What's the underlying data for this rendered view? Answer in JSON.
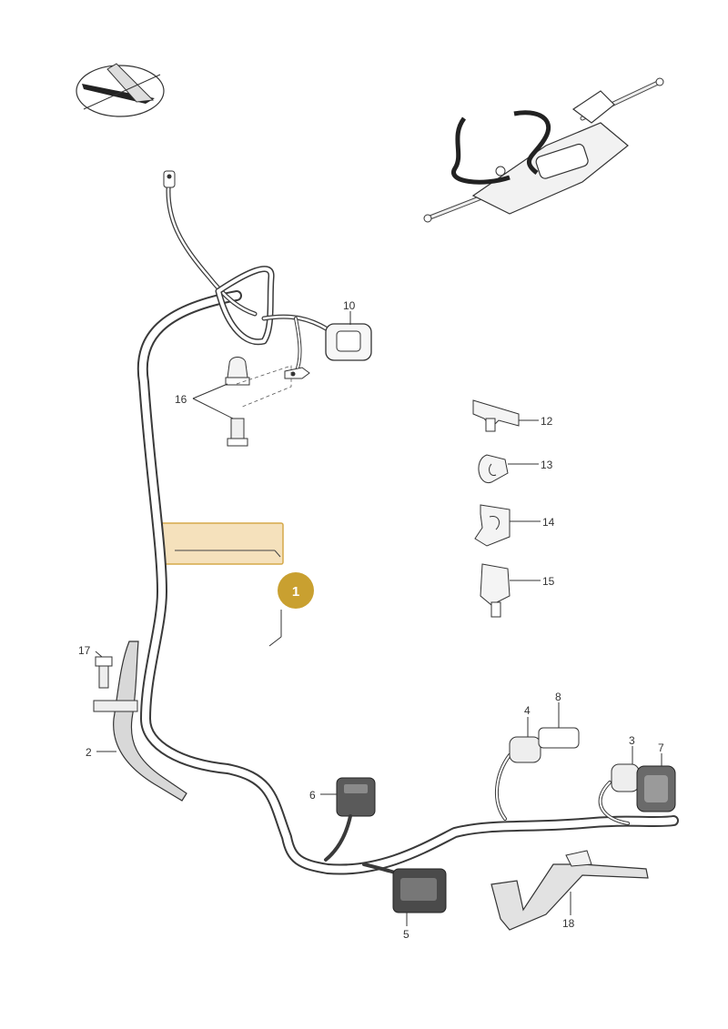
{
  "diagram": {
    "highlight": {
      "callout_number": "1",
      "fill": "#f3dcb0",
      "stroke": "#d5a94a",
      "badge_color": "#c9a030"
    },
    "part_labels": [
      {
        "id": "2",
        "text": "2"
      },
      {
        "id": "3",
        "text": "3"
      },
      {
        "id": "4",
        "text": "4"
      },
      {
        "id": "5",
        "text": "5"
      },
      {
        "id": "6",
        "text": "6"
      },
      {
        "id": "7",
        "text": "7"
      },
      {
        "id": "8",
        "text": "8"
      },
      {
        "id": "10",
        "text": "10"
      },
      {
        "id": "12",
        "text": "12"
      },
      {
        "id": "13",
        "text": "13"
      },
      {
        "id": "14",
        "text": "14"
      },
      {
        "id": "15",
        "text": "15"
      },
      {
        "id": "16",
        "text": "16"
      },
      {
        "id": "17",
        "text": "17"
      },
      {
        "id": "18",
        "text": "18"
      }
    ],
    "icons": {
      "orientation": "vehicle-orientation-icon",
      "overview": "steering-rack-assembly-icon"
    }
  }
}
